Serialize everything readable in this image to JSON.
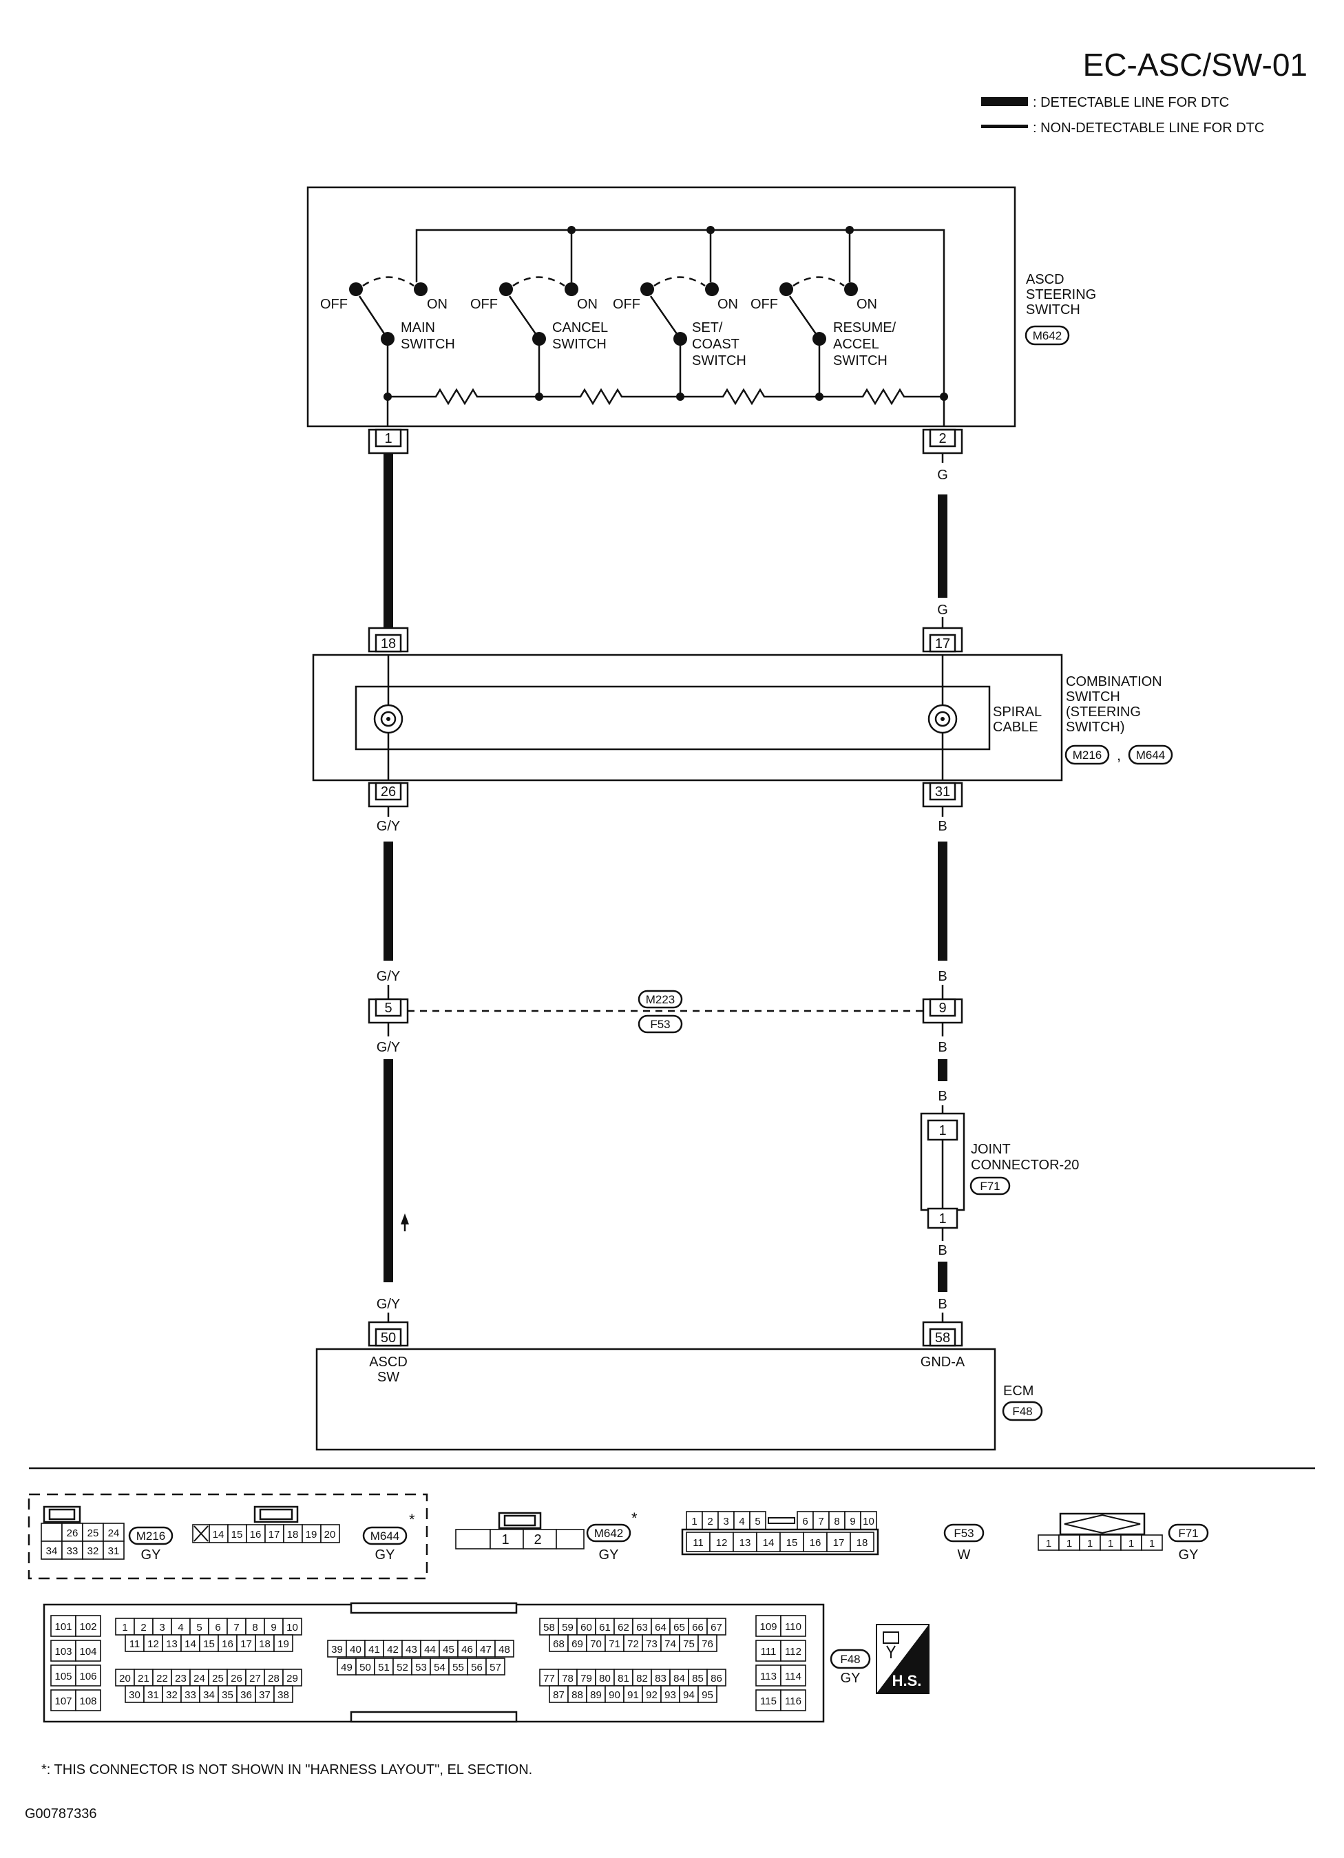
{
  "header": {
    "title": "EC-ASC/SW-01",
    "legend_detectable": ": DETECTABLE LINE FOR DTC",
    "legend_nondetectable": ": NON-DETECTABLE LINE FOR DTC"
  },
  "switch_box": {
    "name_lines": [
      "ASCD",
      "STEERING",
      "SWITCH"
    ],
    "connector": "M642",
    "off_label": "OFF",
    "on_label": "ON",
    "switches": [
      {
        "label_lines": [
          "MAIN",
          "SWITCH"
        ]
      },
      {
        "label_lines": [
          "CANCEL",
          "SWITCH"
        ]
      },
      {
        "label_lines": [
          "SET/",
          "COAST",
          "SWITCH"
        ]
      },
      {
        "label_lines": [
          "RESUME/",
          "ACCEL",
          "SWITCH"
        ]
      }
    ],
    "pin_left": "1",
    "pin_right": "2"
  },
  "wires": {
    "g": "G",
    "gy": "G/Y",
    "b": "B"
  },
  "combo_box": {
    "name_lines": [
      "COMBINATION",
      "SWITCH",
      "(STEERING",
      "SWITCH)"
    ],
    "spiral_lines": [
      "SPIRAL",
      "CABLE"
    ],
    "connector1": "M216",
    "separator": ",",
    "connector2": "M644",
    "pin_top_left": "18",
    "pin_top_right": "17",
    "pin_bot_left": "26",
    "pin_bot_right": "31"
  },
  "mid_connector": {
    "upper": "M223",
    "lower": "F53",
    "pin_left": "5",
    "pin_right": "9"
  },
  "joint": {
    "name_lines": [
      "JOINT",
      "CONNECTOR-20"
    ],
    "connector": "F71",
    "pin_top": "1",
    "pin_bottom": "1"
  },
  "ecm": {
    "name": "ECM",
    "connector": "F48",
    "pin_left": "50",
    "pin_left_label_lines": [
      "ASCD",
      "SW"
    ],
    "pin_right": "58",
    "pin_right_label": "GND-A"
  },
  "connectors_row": {
    "m216": {
      "top": [
        "26",
        "25",
        "24"
      ],
      "bottom": [
        "34",
        "33",
        "32",
        "31"
      ],
      "id": "M216",
      "color": "GY"
    },
    "m644": {
      "cells": [
        "14",
        "15",
        "16",
        "17",
        "18",
        "19",
        "20"
      ],
      "id": "M644",
      "star": "*",
      "color": "GY"
    },
    "m642": {
      "cells": [
        "1",
        "2"
      ],
      "id": "M642",
      "star": "*",
      "color": "GY"
    },
    "f53": {
      "top": [
        "1",
        "2",
        "3",
        "4",
        "5",
        "6",
        "7",
        "8",
        "9",
        "10"
      ],
      "bottom": [
        "11",
        "12",
        "13",
        "14",
        "15",
        "16",
        "17",
        "18"
      ],
      "id": "F53",
      "color": "W"
    },
    "f71": {
      "cells": [
        "1",
        "1",
        "1",
        "1",
        "1",
        "1"
      ],
      "id": "F71",
      "color": "GY"
    }
  },
  "ecm_connector": {
    "id": "F48",
    "color": "GY",
    "left_col": [
      [
        "101",
        "102"
      ],
      [
        "103",
        "104"
      ],
      [
        "105",
        "106"
      ],
      [
        "107",
        "108"
      ]
    ],
    "a_row1": [
      "1",
      "2",
      "3",
      "4",
      "5",
      "6",
      "7",
      "8",
      "9",
      "10"
    ],
    "a_row2": [
      "11",
      "12",
      "13",
      "14",
      "15",
      "16",
      "17",
      "18",
      "19"
    ],
    "a_row3": [
      "20",
      "21",
      "22",
      "23",
      "24",
      "25",
      "26",
      "27",
      "28",
      "29"
    ],
    "a_row4": [
      "30",
      "31",
      "32",
      "33",
      "34",
      "35",
      "36",
      "37",
      "38"
    ],
    "b_row1": [
      "39",
      "40",
      "41",
      "42",
      "43",
      "44",
      "45",
      "46",
      "47",
      "48"
    ],
    "b_row2": [
      "49",
      "50",
      "51",
      "52",
      "53",
      "54",
      "55",
      "56",
      "57"
    ],
    "c_row1": [
      "58",
      "59",
      "60",
      "61",
      "62",
      "63",
      "64",
      "65",
      "66",
      "67"
    ],
    "c_row2": [
      "68",
      "69",
      "70",
      "71",
      "72",
      "73",
      "74",
      "75",
      "76"
    ],
    "c_row3": [
      "77",
      "78",
      "79",
      "80",
      "81",
      "82",
      "83",
      "84",
      "85",
      "86"
    ],
    "c_row4": [
      "87",
      "88",
      "89",
      "90",
      "91",
      "92",
      "93",
      "94",
      "95"
    ],
    "right_col": [
      [
        "109",
        "110"
      ],
      [
        "111",
        "112"
      ],
      [
        "113",
        "114"
      ],
      [
        "115",
        "116"
      ]
    ],
    "hs_label": "H.S."
  },
  "footer": {
    "note": "*: THIS CONNECTOR IS NOT SHOWN IN \"HARNESS LAYOUT\", EL SECTION.",
    "code": "G00787336"
  }
}
